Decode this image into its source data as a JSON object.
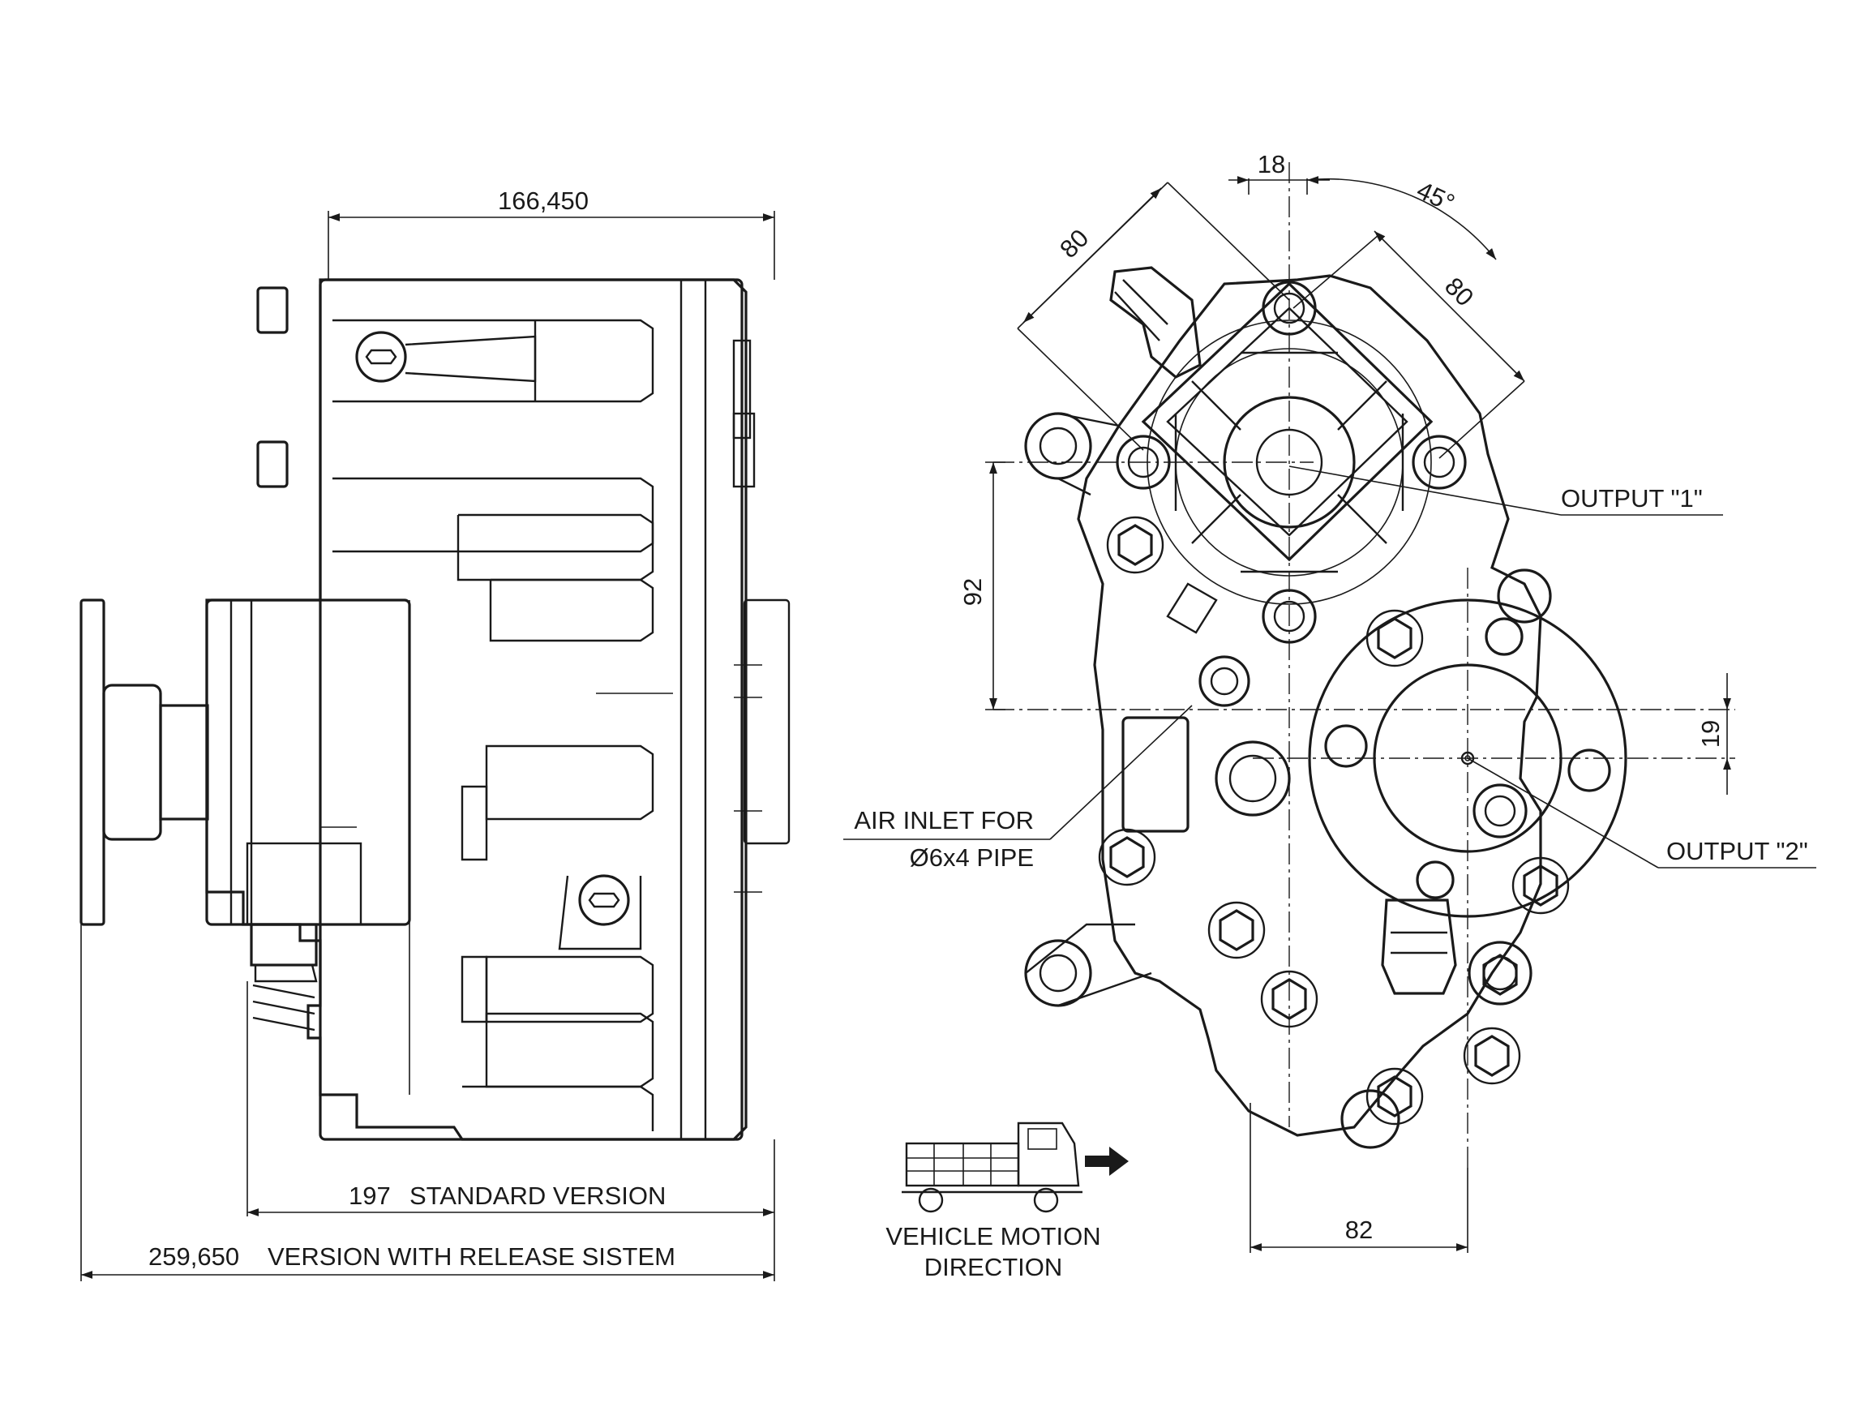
{
  "dimensions": {
    "side_width": "166,450",
    "standard_version_value": "197",
    "standard_version_label": "STANDARD VERSION",
    "release_version_value": "259,650",
    "release_version_label": "VERSION WITH RELEASE SISTEM",
    "offset_18": "18",
    "angle_45": "45°",
    "bolt_spacing_a": "80",
    "bolt_spacing_b": "80",
    "vertical_92": "92",
    "vertical_19": "19",
    "horizontal_82": "82"
  },
  "labels": {
    "output_1": "OUTPUT  \"1\"",
    "output_2": "OUTPUT \"2\"",
    "air_inlet_line1": "AIR INLET FOR",
    "air_inlet_line2": "Ø6x4 PIPE",
    "vehicle_motion_line1": "VEHICLE MOTION",
    "vehicle_motion_line2": "DIRECTION"
  },
  "icons": {
    "truck": "truck-icon",
    "arrow": "arrow-right-icon"
  },
  "colors": {
    "line": "#1a1a1a",
    "background": "#ffffff"
  }
}
